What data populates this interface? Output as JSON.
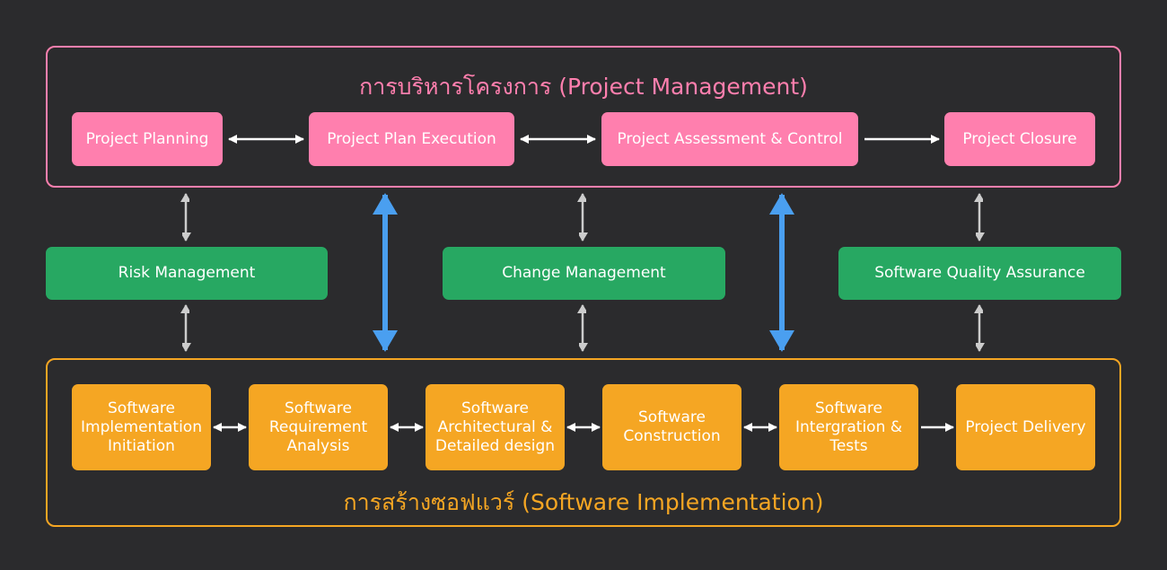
{
  "project_management": {
    "title": "การบริหารโครงการ (Project Management)",
    "steps": [
      {
        "label": "Project Planning"
      },
      {
        "label": "Project Plan Execution"
      },
      {
        "label": "Project Assessment & Control"
      },
      {
        "label": "Project Closure"
      }
    ]
  },
  "support_processes": [
    {
      "label": "Risk Management"
    },
    {
      "label": "Change Management"
    },
    {
      "label": "Software Quality Assurance"
    }
  ],
  "software_implementation": {
    "title": "การสร้างซอฟแวร์ (Software Implementation)",
    "steps": [
      {
        "label": "Software\nImplementation\nInitiation"
      },
      {
        "label": "Software\nRequirement\nAnalysis"
      },
      {
        "label": "Software\nArchitectural &\nDetailed design"
      },
      {
        "label": "Software\nConstruction"
      },
      {
        "label": "Software\nIntergration &\nTests"
      },
      {
        "label": "Project Delivery"
      }
    ]
  },
  "colors": {
    "background": "#2b2b2d",
    "project_management": "#ff7fae",
    "support": "#27a862",
    "software_implementation": "#f5a623",
    "link_arrow": "#4a9ff0",
    "arrow_white": "#ffffff",
    "arrow_grey": "#cccccc"
  }
}
